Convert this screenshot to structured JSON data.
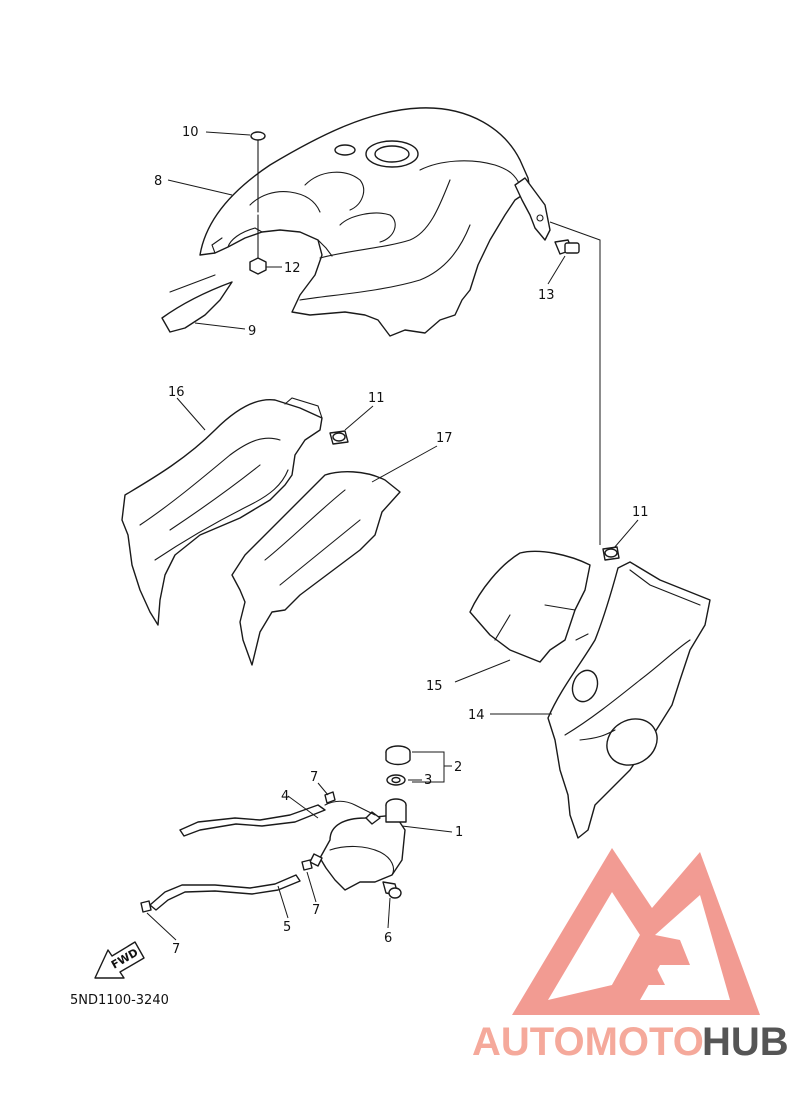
{
  "diagram_code": "5ND1100-3240",
  "fwd_label": "FWD",
  "watermark": {
    "text_part1": "AUTOMOTO",
    "text_part2": "HUB",
    "color_accent": "#f5a99b",
    "color_dark": "#555555",
    "logo_color": "#f08a80"
  },
  "labels": {
    "l1": "1",
    "l2": "2",
    "l3": "3",
    "l4": "4",
    "l5": "5",
    "l6": "6",
    "l7a": "7",
    "l7b": "7",
    "l7c": "7",
    "l8": "8",
    "l9": "9",
    "l10": "10",
    "l11a": "11",
    "l11b": "11",
    "l12": "12",
    "l13": "13",
    "l14": "14",
    "l15": "15",
    "l16": "16",
    "l17": "17"
  }
}
